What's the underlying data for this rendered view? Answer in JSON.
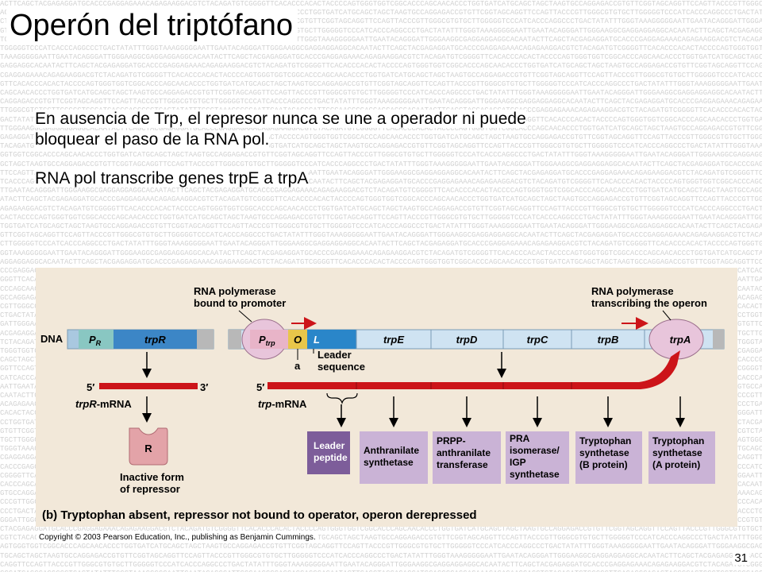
{
  "slide": {
    "title": "Operón del triptófano",
    "bullet1_line1": "En ausencia de Trp, el represor nunca se une a operador ni puede",
    "bullet1_line2": "bloquear el paso de la RNA pol.",
    "bullet2": "RNA pol transcribe genes trpE a trpA",
    "page_number": "31",
    "copyright": "Copyright © 2003 Pearson Education, Inc., publishing as Benjamin Cummings."
  },
  "background": {
    "dna_text": "ACTTCAGCTACGAGAGGATGCACCCGAGGAGAAACAGAGAAGGACGTCTACAGATGTCGGGGTTCACACCCACACTACCCCAGTGGGTGGTCGGCACCCAGCAACACCCTGGTGATCATGCAGCTAGCTAAGTGCCAGGAGACCGTGTTCGGTAGCAGGTTCCAGTTACCCGTTGGGCGTGTGCTTGGGGGTCCCATCACCCAGGCCCTGACTATATTTGGGTAAAGGGGGAATTGAATACAGGGATTGGGAAGGCGAGGAGGAGGCACAAT"
  },
  "diagram": {
    "colors": {
      "panel_bg": "#f2e8d9",
      "dna_strand": "#a9c8e0",
      "pr_segment": "#89c7c2",
      "trpr_segment": "#3c86c6",
      "ptrp_segment": "#e8b4c8",
      "operator": "#e8c64a",
      "leader": "#2a86c9",
      "gene": "#cfe3f2",
      "mrna": "#cc1419",
      "protein_box": "#cab3d6",
      "leader_peptide_box": "#7d5d9a",
      "polymerase": "#e8c5db",
      "repressor": "#e3a3a8"
    },
    "dna_label": "DNA",
    "regulatory_segments": {
      "pr": "P",
      "pr_sub": "R",
      "trpr": "trpR"
    },
    "operon_segments": {
      "ptrp": "P",
      "ptrp_sub": "trp",
      "operator": "O",
      "leader": "L",
      "genes": [
        "trpE",
        "trpD",
        "trpC",
        "trpB",
        "trpA"
      ]
    },
    "polymerase_labels": {
      "left_line1": "RNA polymerase",
      "left_line2": "bound to promoter",
      "right_line1": "RNA polymerase",
      "right_line2": "transcribing the operon"
    },
    "attenuator_label": "a",
    "leader_sequence_line1": "Leader",
    "leader_sequence_line2": "sequence",
    "mrna": {
      "five_prime_left": "5′",
      "three_prime_left": "3′",
      "trpr_mrna_name": "trpR",
      "trpr_mrna_suffix": "-mRNA",
      "five_prime_right": "5′",
      "trp_mrna_name": "trp",
      "trp_mrna_suffix": "-mRNA"
    },
    "repressor_letter": "R",
    "repressor_caption_line1": "Inactive form",
    "repressor_caption_line2": "of repressor",
    "products": [
      {
        "lines": [
          "Leader",
          "peptide"
        ]
      },
      {
        "lines": [
          "Anthranilate",
          "synthetase"
        ]
      },
      {
        "lines": [
          "PRPP-",
          "anthranilate",
          "transferase"
        ]
      },
      {
        "lines": [
          "PRA",
          "isomerase/",
          "IGP",
          "synthetase"
        ]
      },
      {
        "lines": [
          "Tryptophan",
          "synthetase",
          "(B protein)"
        ]
      },
      {
        "lines": [
          "Tryptophan",
          "synthetase",
          "(A protein)"
        ]
      }
    ],
    "caption_part_label": "(b)",
    "caption_text": "Tryptophan absent, repressor not bound to operator, operon derepressed"
  }
}
